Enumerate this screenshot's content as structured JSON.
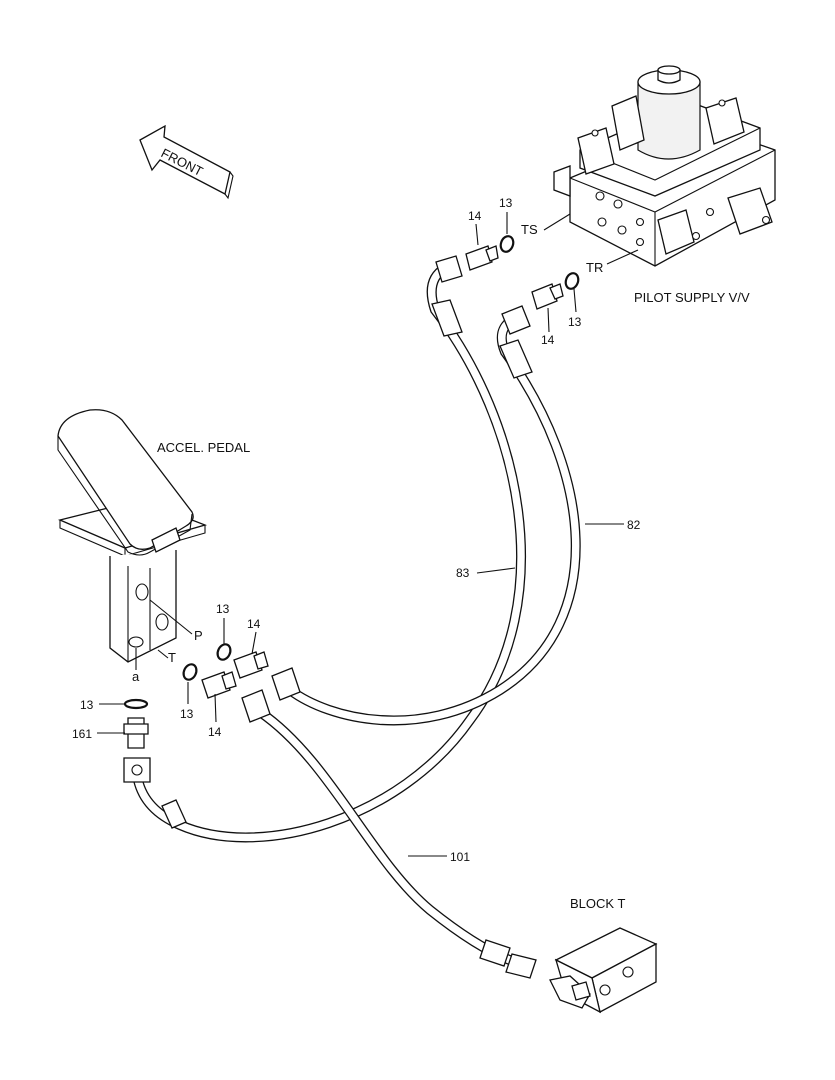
{
  "direction": {
    "front": "FRONT"
  },
  "components": {
    "pilot_supply_valve": "PILOT SUPPLY V/V",
    "accel_pedal": "ACCEL. PEDAL",
    "block_t": "BLOCK T"
  },
  "ports": {
    "ts": "TS",
    "tr": "TR",
    "p": "P",
    "t": "T",
    "a": "a"
  },
  "callouts": {
    "oring_ts": "13",
    "fitting_ts": "14",
    "oring_tr": "13",
    "fitting_tr": "14",
    "oring_p": "13",
    "fitting_p": "14",
    "oring_t": "13",
    "fitting_t": "14",
    "oring_a": "13",
    "adapter_a": "161",
    "hose_82": "82",
    "hose_83": "83",
    "hose_101": "101"
  }
}
